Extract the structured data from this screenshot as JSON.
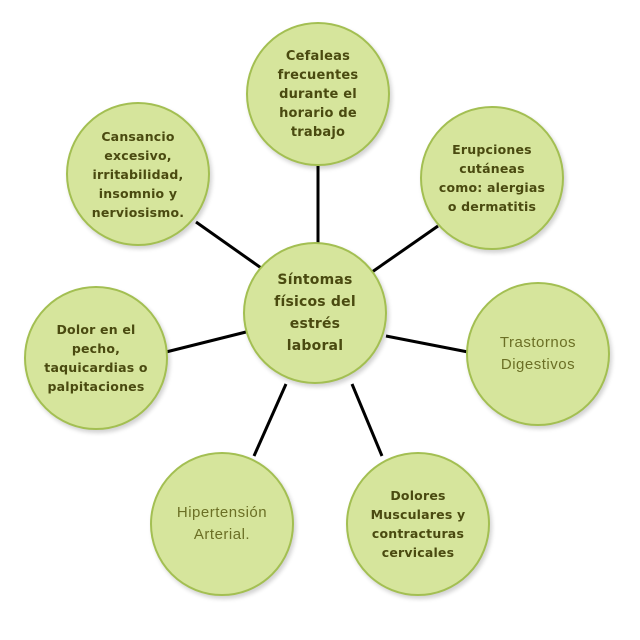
{
  "diagram": {
    "center": {
      "label": "Síntomas\nfísicos del\nestrés\nlaboral"
    },
    "nodes": [
      {
        "id": "top",
        "label": "Cefaleas\nfrecuentes\ndurante el\nhorario de\ntrabajo"
      },
      {
        "id": "tl",
        "label": "Cansancio\nexcesivo,\nirritabilidad,\ninsomnio y\nnerviosismo."
      },
      {
        "id": "tr",
        "label": "Erupciones\ncutáneas\ncomo: alergias\no dermatitis"
      },
      {
        "id": "left",
        "label": "Dolor en el\npecho,\ntaquicardias o\npalpitaciones"
      },
      {
        "id": "right",
        "label": "Trastornos\nDigestivos"
      },
      {
        "id": "bl",
        "label": "Hipertensión\nArterial."
      },
      {
        "id": "br",
        "label": "Dolores\nMusculares y\ncontracturas\ncervicales"
      }
    ],
    "colors": {
      "node_fill": "#d6e59c",
      "node_border": "#a3bf52",
      "connector": "#000000"
    }
  }
}
